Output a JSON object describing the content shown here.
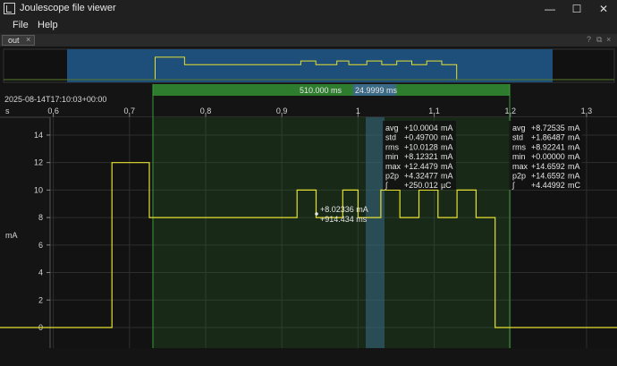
{
  "window": {
    "title": "Joulescope file viewer",
    "minimize": "—",
    "maximize": "☐",
    "close": "✕"
  },
  "menu": {
    "items": [
      "File",
      "Help"
    ]
  },
  "tab": {
    "label": "out",
    "close": "×",
    "dock_buttons": [
      "?",
      "⧉",
      "×"
    ]
  },
  "timestamp": "2025-08-14T17:10:03+00:00",
  "x_axis": {
    "unit": "s",
    "ticks": [
      "0.6",
      "0.7",
      "0.8",
      "0.9",
      "1",
      "1.1",
      "1.2",
      "1.3"
    ]
  },
  "y_axis": {
    "unit": "mA",
    "ticks": [
      "0",
      "2",
      "4",
      "6",
      "8",
      "10",
      "12",
      "14"
    ]
  },
  "dual_marker": {
    "duration": "510.000 ms",
    "inner": "24.9999 ms"
  },
  "marker_readout": {
    "value": "+8.02336 mA",
    "time": "+914.434 ms"
  },
  "stats_a": [
    [
      "avg",
      "+10.0004",
      "mA"
    ],
    [
      "std",
      "+0.49700",
      "mA"
    ],
    [
      "rms",
      "+10.0128",
      "mA"
    ],
    [
      "min",
      "+8.12321",
      "mA"
    ],
    [
      "max",
      "+12.4479",
      "mA"
    ],
    [
      "p2p",
      "+4.32477",
      "mA"
    ],
    [
      "∫",
      "+250.012",
      "µC"
    ]
  ],
  "stats_b": [
    [
      "avg",
      "+8.72535",
      "mA"
    ],
    [
      "std",
      "+1.86487",
      "mA"
    ],
    [
      "rms",
      "+8.92241",
      "mA"
    ],
    [
      "min",
      "+0.00000",
      "mA"
    ],
    [
      "max",
      "+14.6592",
      "mA"
    ],
    [
      "p2p",
      "+14.6592",
      "mA"
    ],
    [
      "∫",
      "+4.44992",
      "mC"
    ]
  ],
  "colors": {
    "trace": "#e5e030",
    "region": "#2e7d2e",
    "overview_region": "#1e4e7a",
    "inner_region": "#3a6a86"
  },
  "chart_data": {
    "type": "line",
    "x_unit": "s",
    "y_unit": "mA",
    "xlim": [
      0.53,
      1.34
    ],
    "ylim": [
      -1.5,
      15.3
    ],
    "x": [
      0.53,
      0.677,
      0.677,
      0.726,
      0.726,
      0.92,
      0.92,
      0.945,
      0.945,
      0.98,
      0.98,
      1.0,
      1.0,
      1.03,
      1.03,
      1.055,
      1.055,
      1.08,
      1.08,
      1.105,
      1.105,
      1.13,
      1.13,
      1.155,
      1.155,
      1.18,
      1.18,
      1.34
    ],
    "y": [
      0,
      0,
      12,
      12,
      8,
      8,
      10,
      10,
      8,
      8,
      10,
      10,
      8,
      8,
      10,
      10,
      8,
      8,
      10,
      10,
      8,
      8,
      10,
      10,
      8,
      8,
      0,
      0
    ]
  }
}
